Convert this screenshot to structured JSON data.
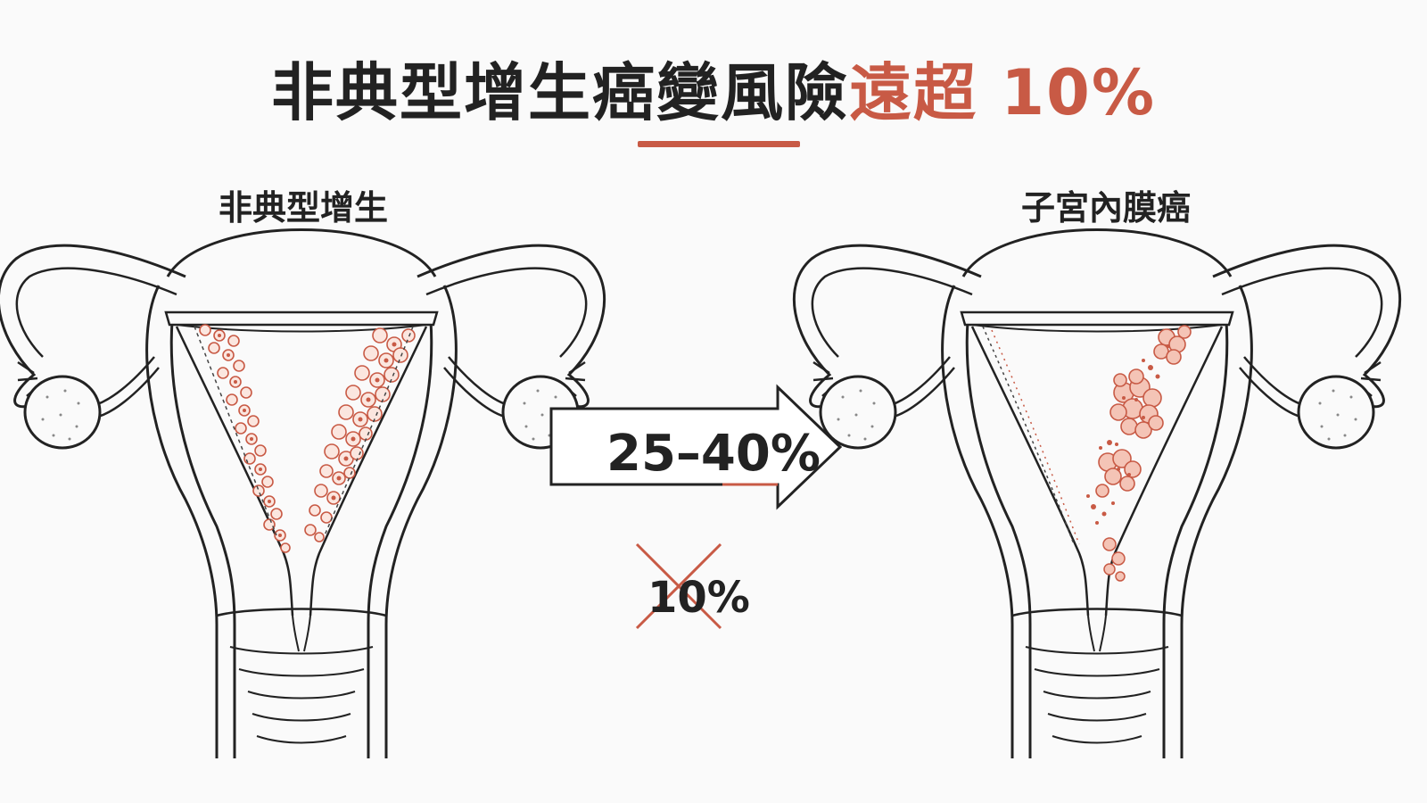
{
  "title": {
    "main": "非典型增生癌變風險",
    "highlight": "遠超 10%"
  },
  "labels": {
    "left": "非典型增生",
    "right": "子宮內膜癌"
  },
  "arrow": {
    "value": "25–40%"
  },
  "previous": {
    "value": "10%"
  },
  "colors": {
    "accent": "#c85a45",
    "line": "#222222",
    "background": "#fafafa"
  }
}
